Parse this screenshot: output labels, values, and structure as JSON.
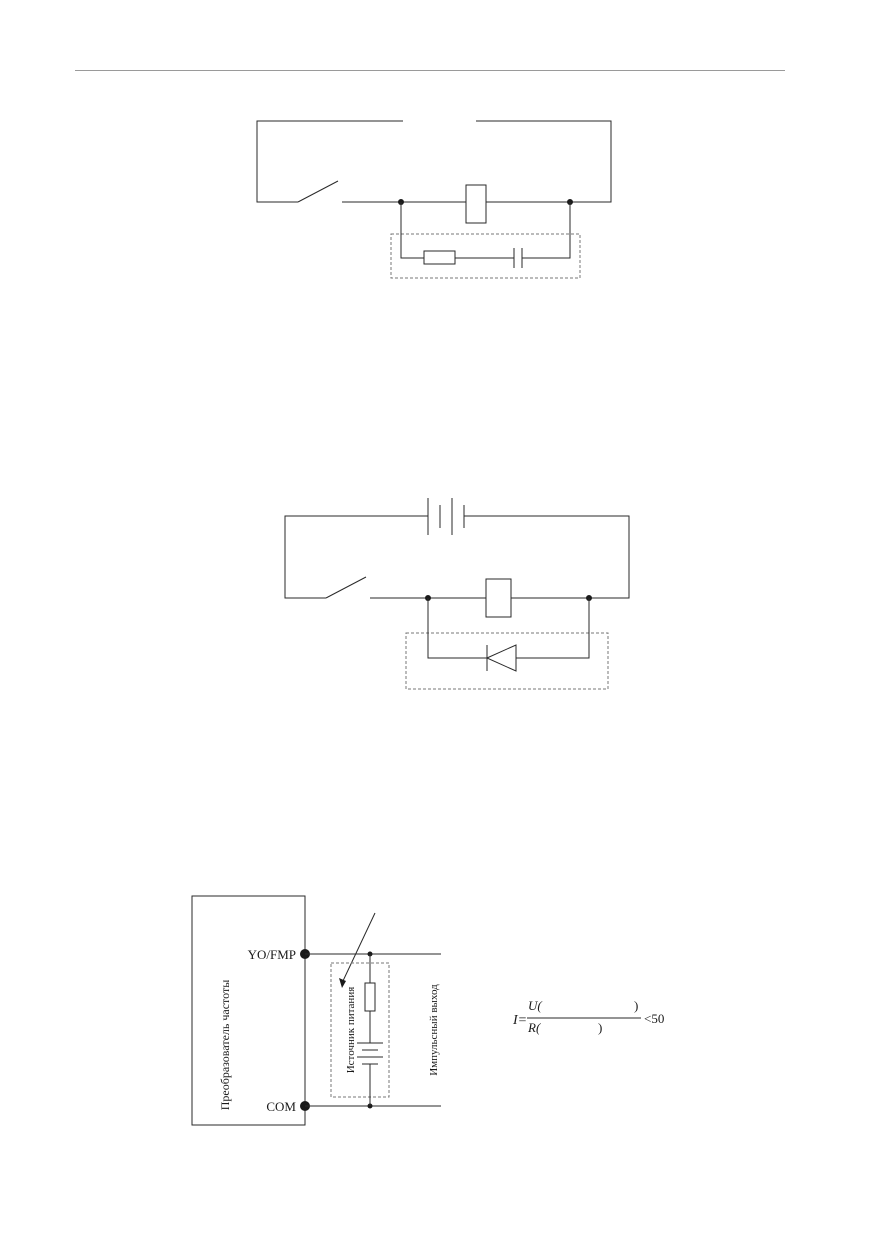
{
  "figure3": {
    "terminal_top": "YO/FMP",
    "terminal_bottom": "COM",
    "box_label": "Преобразователь частоты",
    "power_label": "Источник питания",
    "output_label": "Импульсный выход",
    "formula": {
      "lhs": "I=",
      "num": "U(",
      "num_close": ")",
      "den": "R(",
      "den_close": ")",
      "rhs": "<50"
    }
  }
}
